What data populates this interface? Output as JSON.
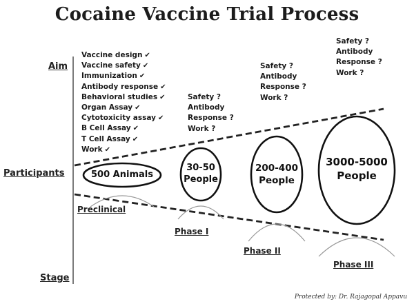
{
  "title": "Cocaine Vaccine Trial Process",
  "row_labels": {
    "aim": "Aim",
    "participants": "Participants",
    "stage": "Stage"
  },
  "preclinical": {
    "aims": [
      "Vaccine design",
      "Vaccine safety",
      "Immunization",
      "Antibody response",
      "Behavioral studies",
      "Organ Assay",
      "Cytotoxicity assay",
      "B Cell Assay",
      "T Cell Assay",
      "Work"
    ],
    "check_mark": "✔",
    "participants": "500 Animals",
    "stage": "Preclinical"
  },
  "phase1": {
    "aims": [
      "Safety ?",
      "Antibody",
      "Response ?",
      "Work ?"
    ],
    "participants_line1": "30-50",
    "participants_line2": "People",
    "stage": "Phase I"
  },
  "phase2": {
    "aims": [
      "Safety ?",
      "Antibody",
      "Response ?",
      "Work ?"
    ],
    "participants_line1": "200-400",
    "participants_line2": "People",
    "stage": "Phase II"
  },
  "phase3": {
    "aims": [
      "Safety ?",
      "Antibody",
      "Response ?",
      "Work ?"
    ],
    "participants_line1": "3000-5000",
    "participants_line2": "People",
    "stage": "Phase III"
  },
  "credit": "Protected by: Dr. Rajagopal Appavu"
}
